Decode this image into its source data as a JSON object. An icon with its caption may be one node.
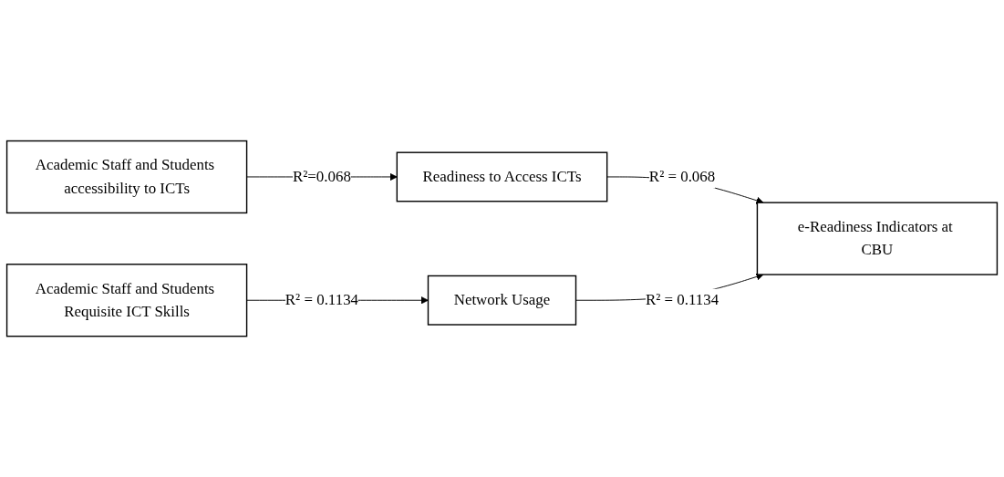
{
  "diagram": {
    "nodes": [
      {
        "text": [
          "Academic Staff and Students accessibility to ICTs"
        ]
      },
      {
        "text": [
          "Readiness to Access ICTs"
        ]
      },
      {
        "text": [
          "e-Readiness Indicators at CBU"
        ]
      },
      {
        "text": [
          "Academic Staff and Students Requisite ICT Skills"
        ]
      },
      {
        "text": [
          "Network Usage"
        ]
      }
    ],
    "edges": [
      {
        "from": 0,
        "to": 1,
        "arrow": "to",
        "label": "R²=0.068"
      },
      {
        "from": 1,
        "to": 2,
        "arrow": "to",
        "label": "R² = 0.068"
      },
      {
        "from": 3,
        "to": 4,
        "arrow": "to",
        "label": "R²  = 0.1134"
      },
      {
        "from": 4,
        "to": 2,
        "arrow": "to",
        "label": "R² = 0.1134"
      }
    ]
  }
}
